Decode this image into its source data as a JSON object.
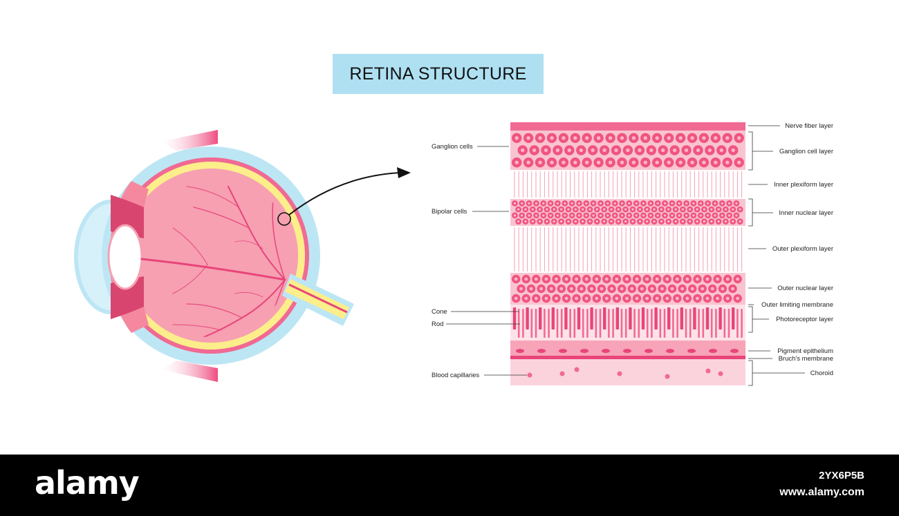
{
  "title": "RETINA STRUCTURE",
  "left_labels": {
    "ganglion_cells": "Ganglion cells",
    "bipolar_cells": "Bipolar cells",
    "cone": "Cone",
    "rod": "Rod",
    "blood_capillaries": "Blood capillaries"
  },
  "right_labels": {
    "nerve_fiber_layer": "Nerve fiber layer",
    "ganglion_cell_layer": "Ganglion cell layer",
    "inner_plexiform_layer": "Inner plexiform layer",
    "inner_nuclear_layer": "Inner nuclear layer",
    "outer_plexiform_layer": "Outer plexiform layer",
    "outer_nuclear_layer": "Outer nuclear layer",
    "outer_limiting_membrane": "Outer limiting membrane",
    "photoreceptor_layer": "Photoreceptor layer",
    "pigment_epithelium": "Pigment epithelium",
    "bruchs_membrane": "Bruch's membrane",
    "choroid": "Choroid"
  },
  "footer": {
    "logo": "alamy",
    "image_id": "2YX6P5B",
    "site": "www.alamy.com"
  },
  "colors": {
    "title_bg": "#aee0f2",
    "sclera": "#bde6f4",
    "retina_pink": "#f6a0b2",
    "vessel": "#e8457a",
    "cell": "#f0547f",
    "layer_bg": "#f9c4d0",
    "optic_yellow": "#fcee8a",
    "footer_bg": "#000000"
  }
}
